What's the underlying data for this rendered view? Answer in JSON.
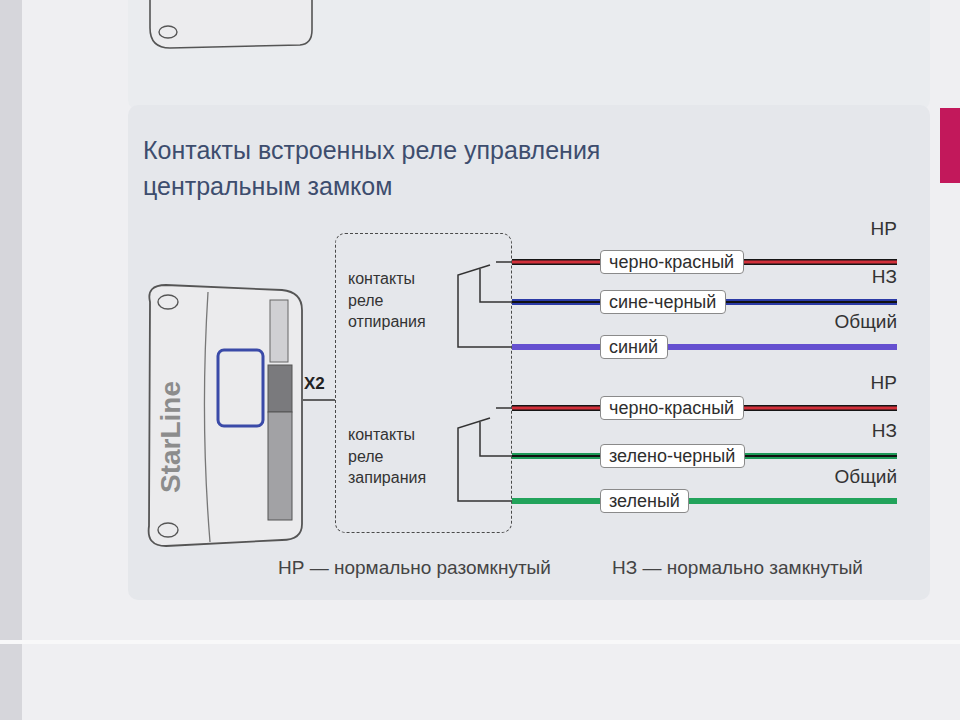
{
  "diagram": {
    "title": "Контакты встроенных реле управления центральным замком",
    "nodes": [
      {
        "text": [
          "StarLine"
        ]
      },
      {
        "text": [
          "контакты реле отпирания",
          "контакты реле запирания"
        ]
      },
      {
        "text": [
          "черно-красный"
        ]
      },
      {
        "text": [
          "сине-черный"
        ]
      },
      {
        "text": [
          "синий"
        ]
      },
      {
        "text": [
          "черно-красный"
        ]
      },
      {
        "text": [
          "зелено-черный"
        ]
      },
      {
        "text": [
          "зеленый"
        ]
      }
    ],
    "edges": [
      {
        "from": 0,
        "to": 1,
        "arrow": "none",
        "label": "X2"
      },
      {
        "from": 1,
        "to": 2,
        "arrow": "none"
      },
      {
        "from": 1,
        "to": 3,
        "arrow": "none"
      },
      {
        "from": 1,
        "to": 4,
        "arrow": "none"
      },
      {
        "from": 1,
        "to": 5,
        "arrow": "none"
      },
      {
        "from": 1,
        "to": 6,
        "arrow": "none"
      },
      {
        "from": 1,
        "to": 7,
        "arrow": "none"
      }
    ],
    "labels": [
      "НР",
      "НЗ",
      "Общий",
      "НР",
      "НЗ",
      "Общий",
      "НР — нормально разомкнутый",
      "НЗ — нормально замкнутый"
    ]
  }
}
